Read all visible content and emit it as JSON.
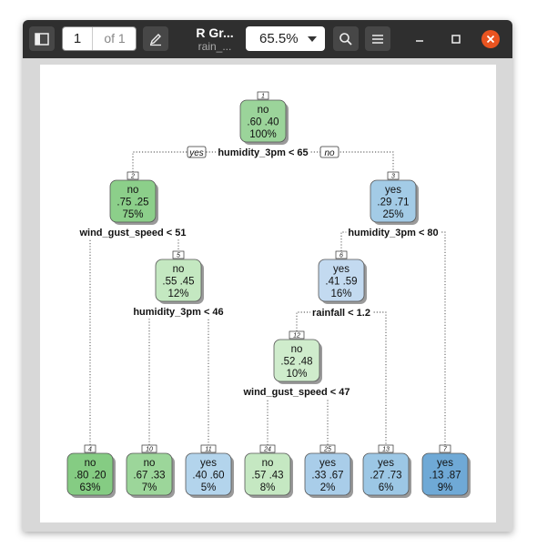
{
  "toolbar": {
    "page_number": "1",
    "page_of": "of 1",
    "title": "R Gr...",
    "subtitle": "rain_...",
    "zoom": "65.5%",
    "icons": [
      "sidebar-icon",
      "annotate-icon",
      "search-icon",
      "menu-icon",
      "minimize-icon",
      "maximize-icon",
      "close-icon"
    ]
  },
  "tree": {
    "splits": [
      {
        "node": "1",
        "rule": "humidity_3pm < 65"
      },
      {
        "node": "2",
        "rule": "wind_gust_speed < 51"
      },
      {
        "node": "3",
        "rule": "humidity_3pm < 80"
      },
      {
        "node": "5",
        "rule": "humidity_3pm < 46"
      },
      {
        "node": "6",
        "rule": "rainfall < 1.2"
      },
      {
        "node": "12",
        "rule": "wind_gust_speed < 47"
      }
    ],
    "branch_labels": {
      "left": "yes",
      "right": "no"
    },
    "nodes": [
      {
        "id": "1",
        "cls": "no",
        "p": ".60  .40",
        "pct": "100%",
        "fill": "#9bd49a"
      },
      {
        "id": "2",
        "cls": "no",
        "p": ".75  .25",
        "pct": "75%",
        "fill": "#8ccf8a"
      },
      {
        "id": "3",
        "cls": "yes",
        "p": ".29  .71",
        "pct": "25%",
        "fill": "#a3cbe6"
      },
      {
        "id": "5",
        "cls": "no",
        "p": ".55  .45",
        "pct": "12%",
        "fill": "#c4e8c1"
      },
      {
        "id": "6",
        "cls": "yes",
        "p": ".41  .59",
        "pct": "16%",
        "fill": "#c3daf0"
      },
      {
        "id": "12",
        "cls": "no",
        "p": ".52  .48",
        "pct": "10%",
        "fill": "#cfeccc"
      },
      {
        "id": "4",
        "cls": "no",
        "p": ".80  .20",
        "pct": "63%",
        "fill": "#85cc83"
      },
      {
        "id": "10",
        "cls": "no",
        "p": ".67  .33",
        "pct": "7%",
        "fill": "#9cd69a"
      },
      {
        "id": "11",
        "cls": "yes",
        "p": ".40  .60",
        "pct": "5%",
        "fill": "#b3d4ec"
      },
      {
        "id": "24",
        "cls": "no",
        "p": ".57  .43",
        "pct": "8%",
        "fill": "#c5e8c2"
      },
      {
        "id": "25",
        "cls": "yes",
        "p": ".33  .67",
        "pct": "2%",
        "fill": "#a9cde9"
      },
      {
        "id": "13",
        "cls": "yes",
        "p": ".27  .73",
        "pct": "6%",
        "fill": "#9cc7e5"
      },
      {
        "id": "7",
        "cls": "yes",
        "p": ".13  .87",
        "pct": "9%",
        "fill": "#6fa9d6"
      }
    ]
  }
}
